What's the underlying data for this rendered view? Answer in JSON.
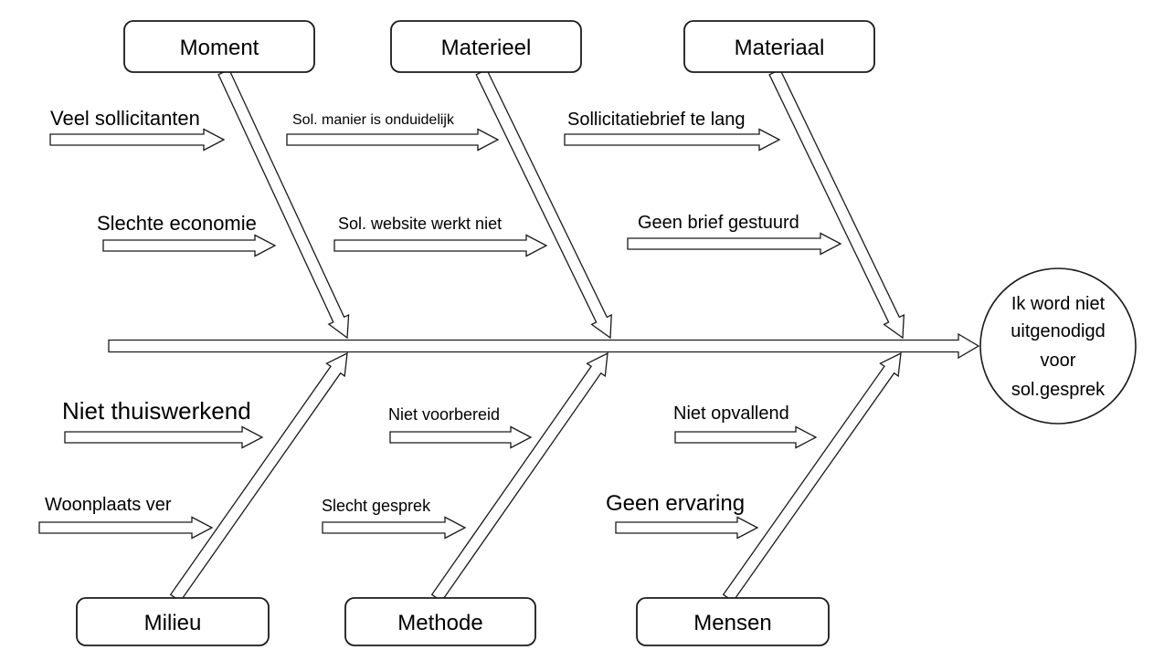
{
  "effect": {
    "lines": [
      "Ik word niet",
      "uitgenodigd",
      "voor",
      "sol.gesprek"
    ]
  },
  "categories": [
    {
      "id": "moment",
      "label": "Moment",
      "causes": [
        "Veel sollicitanten",
        "Slechte economie"
      ]
    },
    {
      "id": "materieel",
      "label": "Materieel",
      "causes": [
        "Sol. manier is onduidelijk",
        "Sol. website werkt niet"
      ]
    },
    {
      "id": "materiaal",
      "label": "Materiaal",
      "causes": [
        "Sollicitatiebrief te lang",
        "Geen brief gestuurd"
      ]
    },
    {
      "id": "milieu",
      "label": "Milieu",
      "causes": [
        "Niet thuiswerkend",
        "Woonplaats ver"
      ]
    },
    {
      "id": "methode",
      "label": "Methode",
      "causes": [
        "Niet voorbereid",
        "Slecht gesprek"
      ]
    },
    {
      "id": "mensen",
      "label": "Mensen",
      "causes": [
        "Niet opvallend",
        "Geen ervaring"
      ]
    }
  ]
}
